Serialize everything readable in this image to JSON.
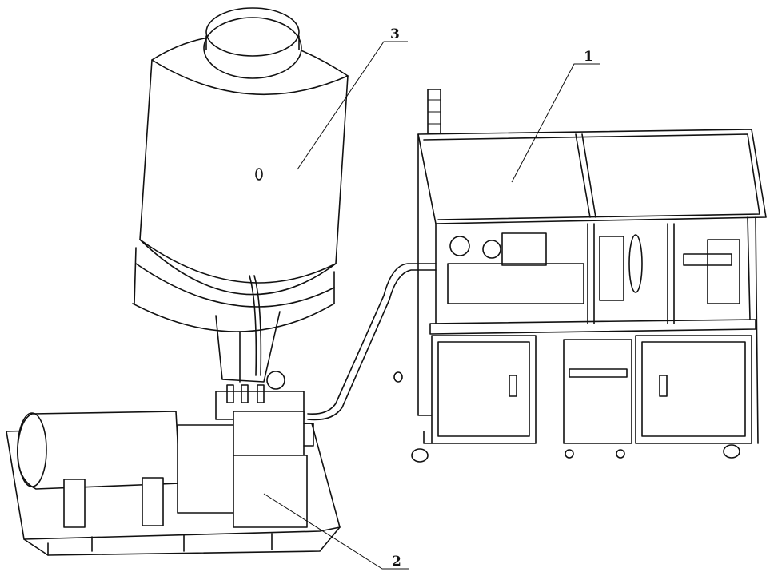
{
  "figure": {
    "labels": [
      {
        "id": "1",
        "text": "1",
        "part": "test-machine"
      },
      {
        "id": "2",
        "text": "2",
        "part": "pump-unit"
      },
      {
        "id": "3",
        "text": "3",
        "part": "water-tank"
      }
    ]
  }
}
